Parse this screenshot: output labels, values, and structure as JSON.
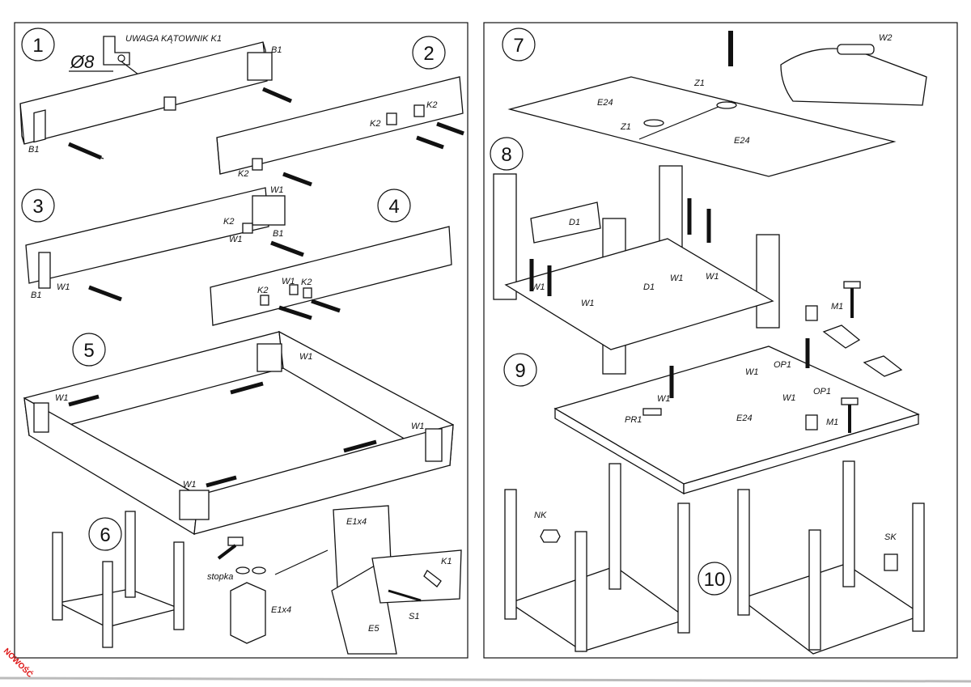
{
  "step_numbers": [
    "1",
    "2",
    "3",
    "4",
    "5",
    "6",
    "7",
    "8",
    "9",
    "10"
  ],
  "warning": "UWAGA KĄTOWNIK K1",
  "diameter": "Ø8",
  "parts": {
    "B1": "B1",
    "K1": "K1",
    "K2": "K2",
    "W1": "W1",
    "W2": "W2",
    "Z1": "Z1",
    "D1": "D1",
    "E24": "E24",
    "E1x4": "E1x4",
    "E5": "E5",
    "S1": "S1",
    "M1": "M1",
    "OP1": "OP1",
    "PR1": "PR1",
    "NK": "NK",
    "SK": "SK"
  },
  "stopka": "stopka",
  "corner_tag": "NOWOŚĆ"
}
